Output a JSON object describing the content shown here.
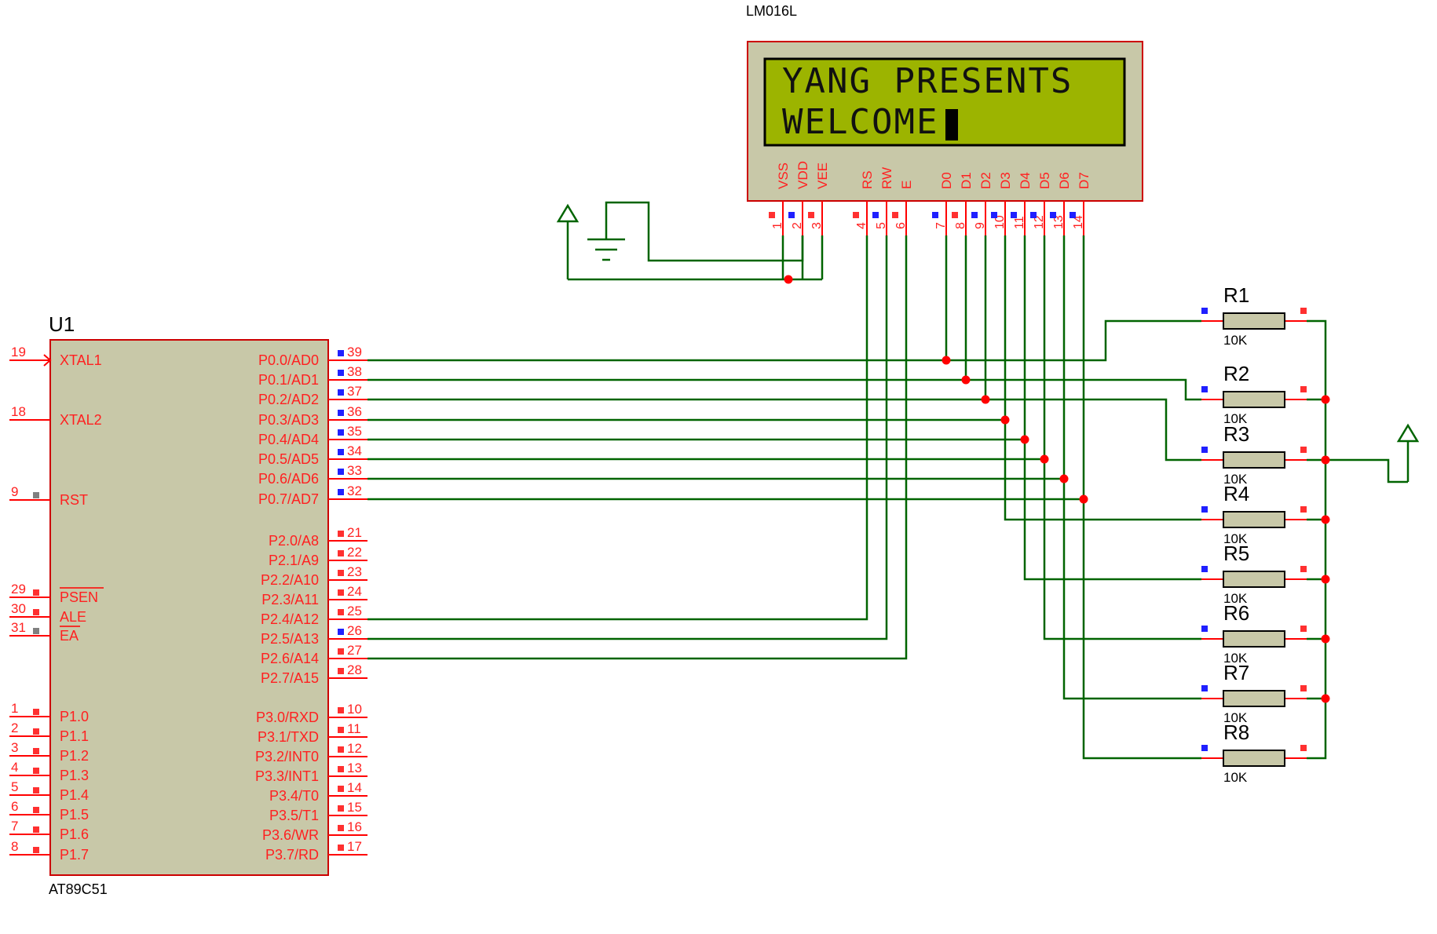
{
  "colors": {
    "wire": "#006400",
    "pin": "#ff0000",
    "body_fill": "#c8c8a8",
    "body_stroke": "#cc0000",
    "lcd_screen": "#9cb400",
    "junction": "#ff0000",
    "marker_blue": "#2020ff",
    "marker_red": "#ff3030",
    "marker_gray": "#808080"
  },
  "lcd": {
    "model": "LM016L",
    "line1": "YANG PRESENTS",
    "line2": "WELCOME",
    "pins": [
      {
        "name": "VSS",
        "num": "1"
      },
      {
        "name": "VDD",
        "num": "2"
      },
      {
        "name": "VEE",
        "num": "3"
      },
      {
        "name": "RS",
        "num": "4"
      },
      {
        "name": "RW",
        "num": "5"
      },
      {
        "name": "E",
        "num": "6"
      },
      {
        "name": "D0",
        "num": "7"
      },
      {
        "name": "D1",
        "num": "8"
      },
      {
        "name": "D2",
        "num": "9"
      },
      {
        "name": "D3",
        "num": "10"
      },
      {
        "name": "D4",
        "num": "11"
      },
      {
        "name": "D5",
        "num": "12"
      },
      {
        "name": "D6",
        "num": "13"
      },
      {
        "name": "D7",
        "num": "14"
      }
    ]
  },
  "mcu": {
    "ref": "U1",
    "part": "AT89C51",
    "left_pins": [
      {
        "num": "19",
        "name": "XTAL1"
      },
      {
        "num": "18",
        "name": "XTAL2"
      },
      {
        "num": "9",
        "name": "RST"
      },
      {
        "num": "29",
        "name": "PSEN"
      },
      {
        "num": "30",
        "name": "ALE"
      },
      {
        "num": "31",
        "name": "EA"
      },
      {
        "num": "1",
        "name": "P1.0"
      },
      {
        "num": "2",
        "name": "P1.1"
      },
      {
        "num": "3",
        "name": "P1.2"
      },
      {
        "num": "4",
        "name": "P1.3"
      },
      {
        "num": "5",
        "name": "P1.4"
      },
      {
        "num": "6",
        "name": "P1.5"
      },
      {
        "num": "7",
        "name": "P1.6"
      },
      {
        "num": "8",
        "name": "P1.7"
      }
    ],
    "right_pins": [
      {
        "num": "39",
        "name": "P0.0/AD0"
      },
      {
        "num": "38",
        "name": "P0.1/AD1"
      },
      {
        "num": "37",
        "name": "P0.2/AD2"
      },
      {
        "num": "36",
        "name": "P0.3/AD3"
      },
      {
        "num": "35",
        "name": "P0.4/AD4"
      },
      {
        "num": "34",
        "name": "P0.5/AD5"
      },
      {
        "num": "33",
        "name": "P0.6/AD6"
      },
      {
        "num": "32",
        "name": "P0.7/AD7"
      },
      {
        "num": "21",
        "name": "P2.0/A8"
      },
      {
        "num": "22",
        "name": "P2.1/A9"
      },
      {
        "num": "23",
        "name": "P2.2/A10"
      },
      {
        "num": "24",
        "name": "P2.3/A11"
      },
      {
        "num": "25",
        "name": "P2.4/A12"
      },
      {
        "num": "26",
        "name": "P2.5/A13"
      },
      {
        "num": "27",
        "name": "P2.6/A14"
      },
      {
        "num": "28",
        "name": "P2.7/A15"
      },
      {
        "num": "10",
        "name": "P3.0/RXD"
      },
      {
        "num": "11",
        "name": "P3.1/TXD"
      },
      {
        "num": "12",
        "name": "P3.2/INT0"
      },
      {
        "num": "13",
        "name": "P3.3/INT1"
      },
      {
        "num": "14",
        "name": "P3.4/T0"
      },
      {
        "num": "15",
        "name": "P3.5/T1"
      },
      {
        "num": "16",
        "name": "P3.6/WR"
      },
      {
        "num": "17",
        "name": "P3.7/RD"
      }
    ]
  },
  "resistors": [
    {
      "ref": "R1",
      "value": "10K"
    },
    {
      "ref": "R2",
      "value": "10K"
    },
    {
      "ref": "R3",
      "value": "10K"
    },
    {
      "ref": "R4",
      "value": "10K"
    },
    {
      "ref": "R5",
      "value": "10K"
    },
    {
      "ref": "R6",
      "value": "10K"
    },
    {
      "ref": "R7",
      "value": "10K"
    },
    {
      "ref": "R8",
      "value": "10K"
    }
  ]
}
